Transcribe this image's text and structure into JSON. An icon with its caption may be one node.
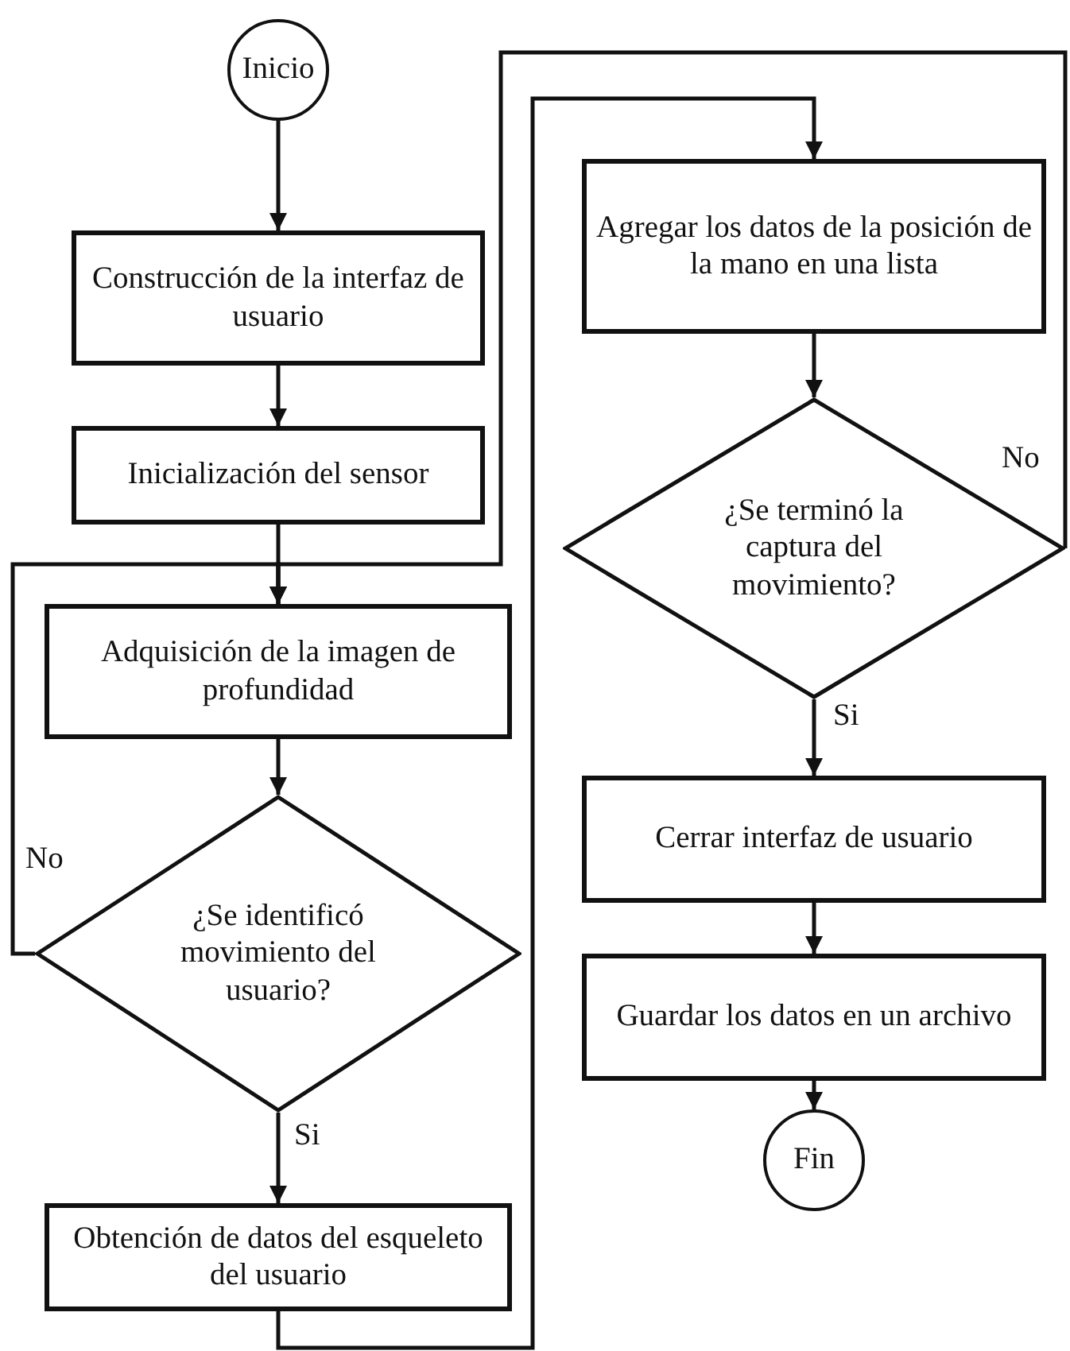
{
  "diagram": {
    "nodes": [
      {
        "text": [
          "Inicio"
        ]
      },
      {
        "text": [
          "Construcción de la interfaz de usuario"
        ]
      },
      {
        "text": [
          "Inicialización del sensor"
        ]
      },
      {
        "text": [
          "Adquisición de la imagen de profundidad"
        ]
      },
      {
        "text": [
          "¿Se identificó movimiento del usuario?"
        ]
      },
      {
        "text": [
          "Obtención de datos del esqueleto del usuario"
        ]
      },
      {
        "text": [
          "Agregar los datos de la posición de la mano en una lista"
        ]
      },
      {
        "text": [
          "¿Se terminó la captura del movimiento?"
        ]
      },
      {
        "text": [
          "Cerrar interfaz de usuario"
        ]
      },
      {
        "text": [
          "Guardar los datos en un archivo"
        ]
      },
      {
        "text": [
          "Fin"
        ]
      }
    ],
    "edges": [
      {
        "from": 0,
        "to": 1,
        "arrow": "to"
      },
      {
        "from": 1,
        "to": 2,
        "arrow": "to"
      },
      {
        "from": 2,
        "to": 3,
        "arrow": "to"
      },
      {
        "from": 3,
        "to": 4,
        "arrow": "to"
      },
      {
        "from": 4,
        "to": 5,
        "arrow": "to",
        "label": "Si"
      },
      {
        "from": 4,
        "to": 3,
        "arrow": "to",
        "label": "No"
      },
      {
        "from": 5,
        "to": 6,
        "arrow": "to"
      },
      {
        "from": 6,
        "to": 7,
        "arrow": "to"
      },
      {
        "from": 7,
        "to": 3,
        "arrow": "to",
        "label": "No"
      },
      {
        "from": 7,
        "to": 8,
        "arrow": "to",
        "label": "Si"
      },
      {
        "from": 8,
        "to": 9,
        "arrow": "to"
      },
      {
        "from": 9,
        "to": 10,
        "arrow": "to"
      }
    ]
  }
}
